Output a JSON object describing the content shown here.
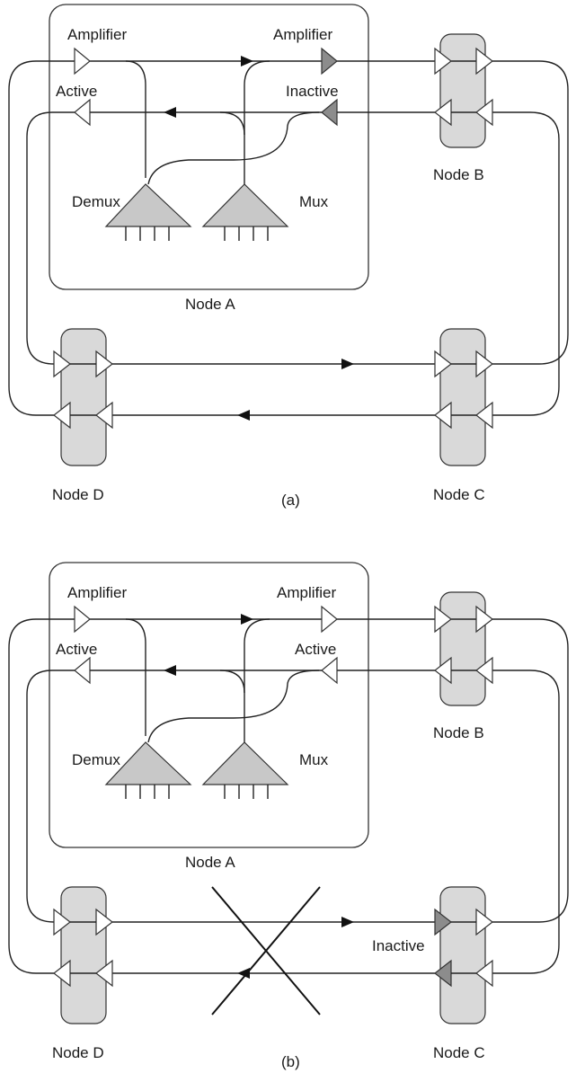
{
  "colors": {
    "amplifier_active": "#ffffff",
    "amplifier_inactive": "#8c8c8c",
    "node_fill": "#d9d9d9",
    "mux_fill": "#c8c8c8",
    "line": "#222222"
  },
  "panel_a": {
    "caption": "(a)",
    "node_a_label": "Node A",
    "node_b_label": "Node B",
    "node_c_label": "Node C",
    "node_d_label": "Node D",
    "amp_left_label": "Amplifier",
    "amp_right_label": "Amplifier",
    "left_state": "Active",
    "right_state": "Inactive",
    "demux_label": "Demux",
    "mux_label": "Mux"
  },
  "panel_b": {
    "caption": "(b)",
    "node_a_label": "Node A",
    "node_b_label": "Node B",
    "node_c_label": "Node C",
    "node_d_label": "Node D",
    "amp_left_label": "Amplifier",
    "amp_right_label": "Amplifier",
    "left_state": "Active",
    "right_state": "Active",
    "demux_label": "Demux",
    "mux_label": "Mux",
    "node_c_state": "Inactive",
    "fiber_cut_icon": "x-cross-icon"
  }
}
